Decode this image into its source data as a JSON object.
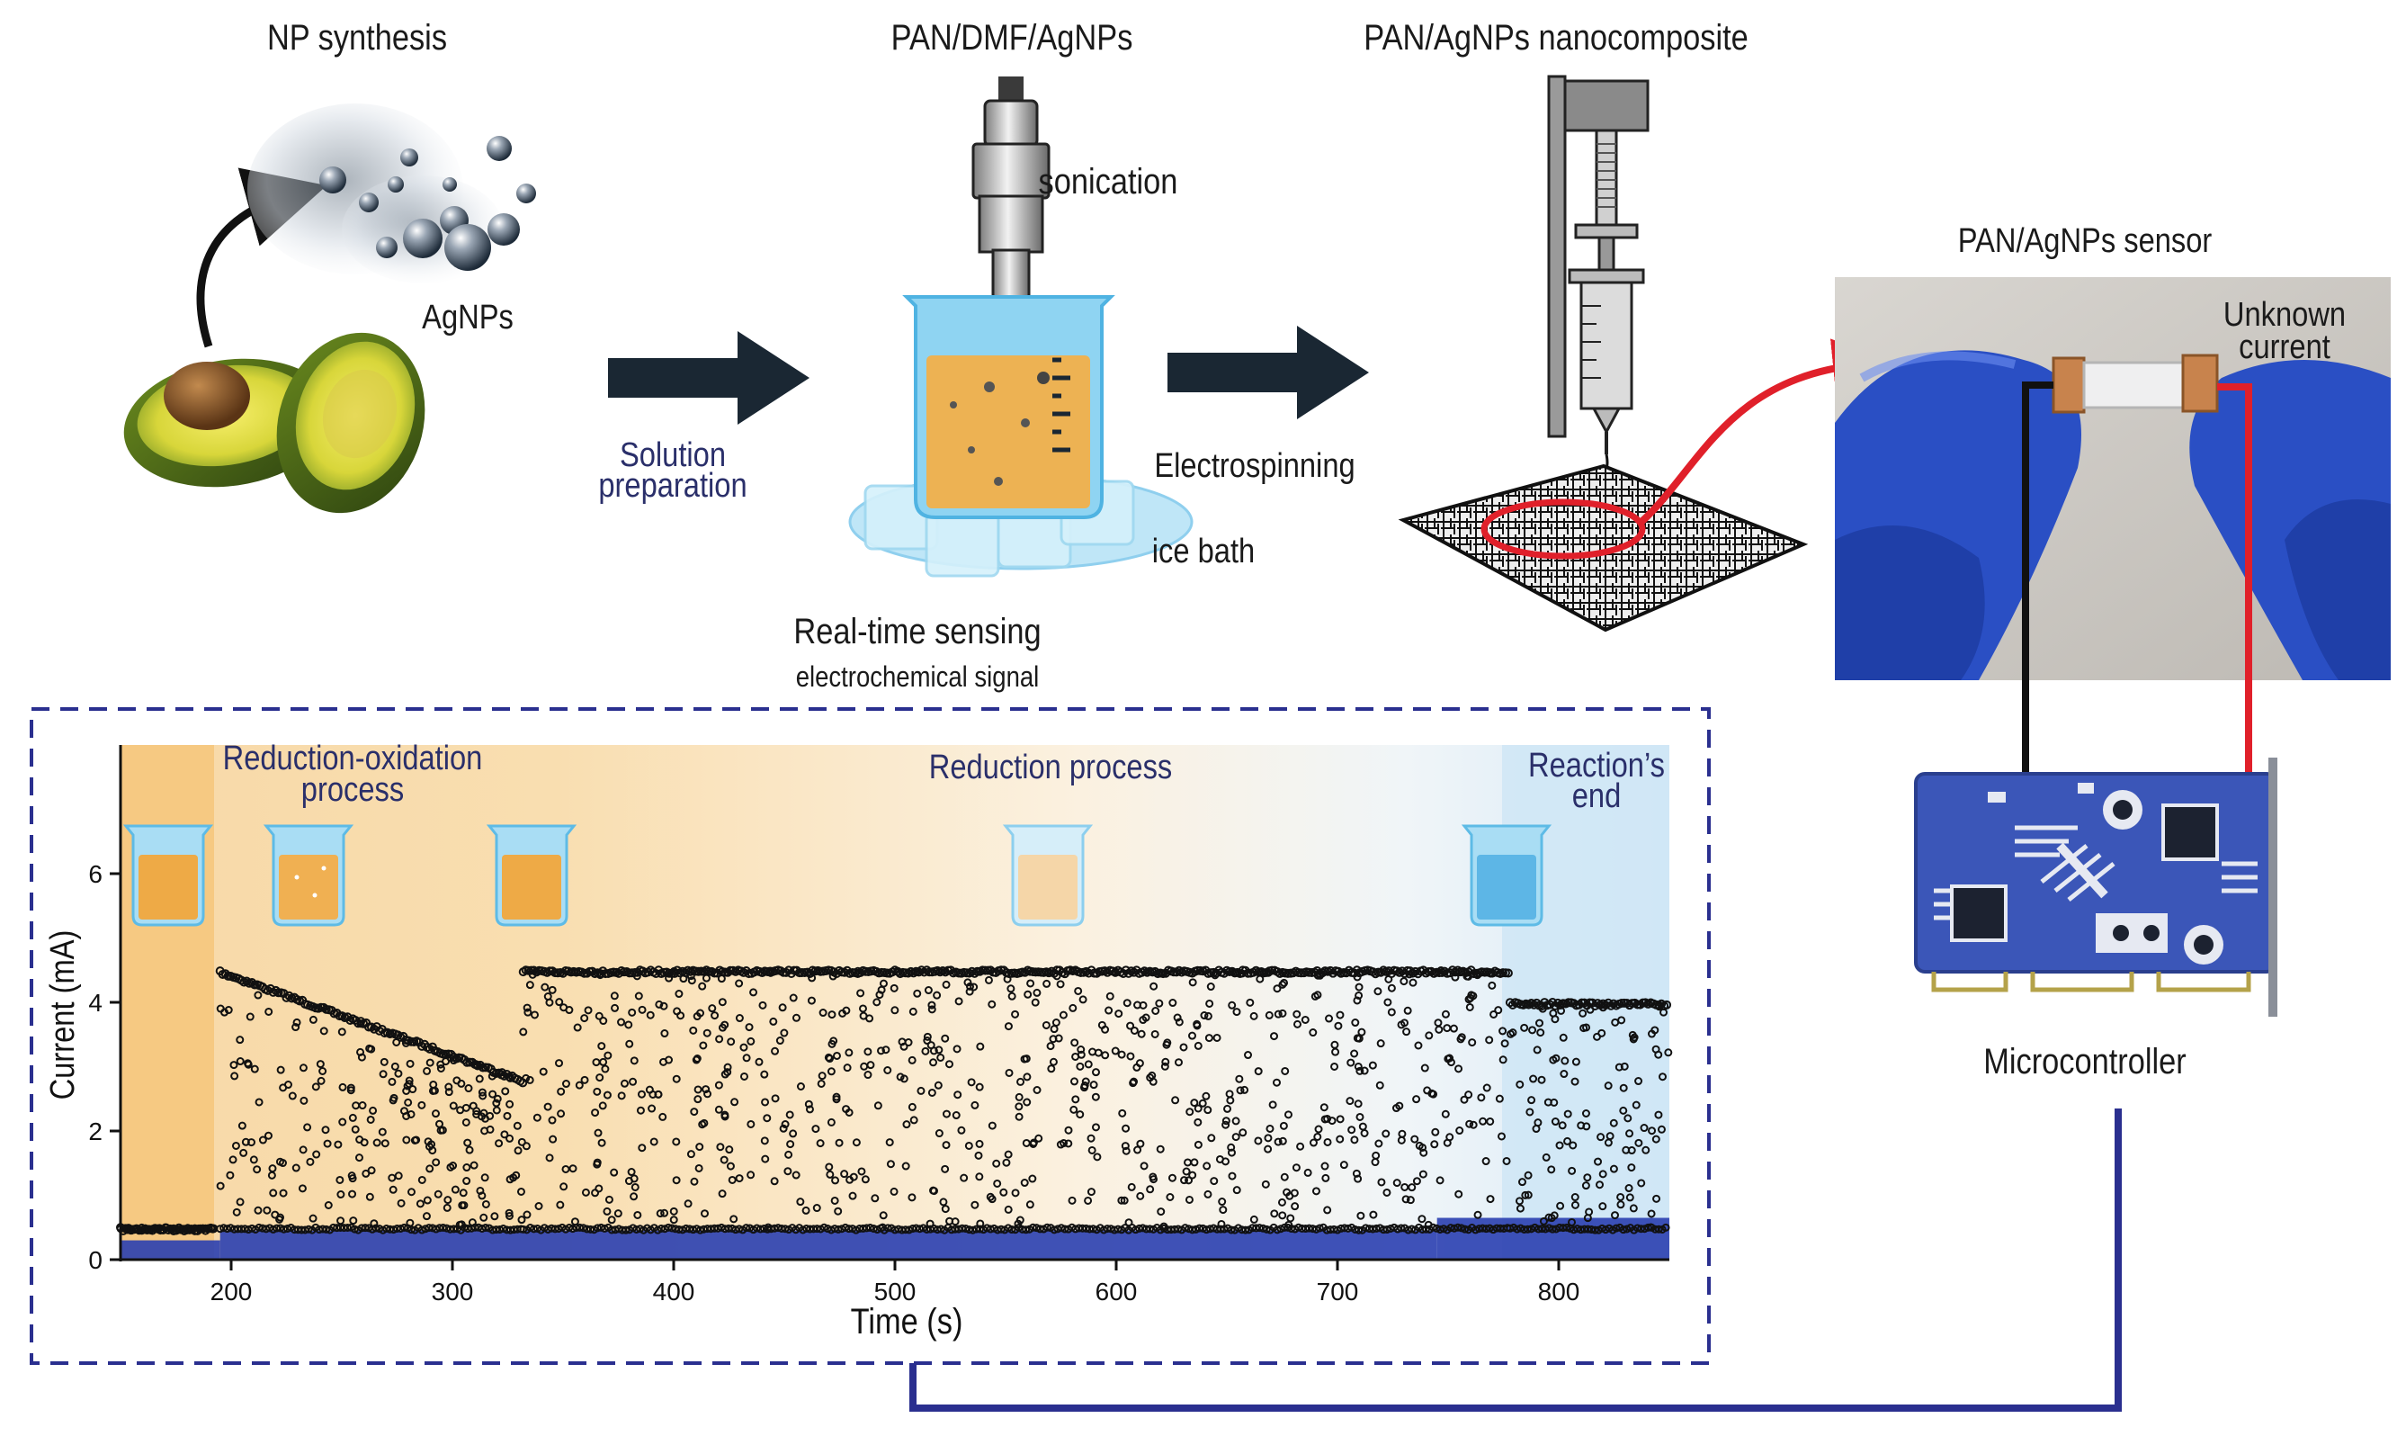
{
  "labels": {
    "np_synthesis": "NP synthesis",
    "agnps": "AgNPs",
    "pan_dmf_agnps": "PAN/DMF/AgNPs",
    "sonication": "sonication",
    "solution_prep_line1": "Solution",
    "solution_prep_line2": "preparation",
    "electrospinning": "Electrospinning",
    "ice_bath": "ice bath",
    "realtime_sensing": "Real-time sensing",
    "electrochemical_signal": "electrochemical signal",
    "nanocomposite": "PAN/AgNPs nanocomposite",
    "sensor": "PAN/AgNPs sensor",
    "unknown_line1": "Unknown",
    "unknown_line2": "current",
    "microcontroller": "Microcontroller"
  },
  "colors": {
    "dark_arrow": "#1a2733",
    "wire_black": "#111111",
    "wire_red": "#e0202a",
    "link_blue": "#2a2f8f",
    "phase1": "#f6c982",
    "phase4": "#cfe6f6",
    "glove": "#2a4fc4",
    "board": "#3b56b8"
  },
  "chart_data": {
    "type": "scatter",
    "xlabel": "Time (s)",
    "ylabel": "Current (mA)",
    "xlim": [
      150,
      850
    ],
    "ylim": [
      0,
      8
    ],
    "xticks": [
      200,
      300,
      400,
      500,
      600,
      700,
      800
    ],
    "yticks": [
      0,
      2,
      4,
      6
    ],
    "phases": [
      {
        "label_line1": "Reduction-oxidation",
        "label_line2": "process",
        "start": 195,
        "end": 332
      },
      {
        "label_line1": "Reduction process",
        "label_line2": "",
        "start": 332,
        "end": 778
      },
      {
        "label_line1": "Reaction’s",
        "label_line2": "end",
        "start": 778,
        "end": 850
      }
    ],
    "series": [
      {
        "name": "",
        "color": "#111111",
        "segments": [
          {
            "x": [
              150,
              192
            ],
            "baseline": 0.5,
            "upper": 0.5
          },
          {
            "x": [
              195,
              332
            ],
            "baseline": 0.5,
            "upper_start": 4.5,
            "upper_end": 2.8
          },
          {
            "x": [
              332,
              778
            ],
            "baseline": 0.5,
            "upper": 4.5
          },
          {
            "x": [
              778,
              850
            ],
            "baseline": 0.5,
            "upper": 4.0
          }
        ]
      },
      {
        "name": "",
        "color": "#2a3fb0",
        "segments": [
          {
            "x": [
              150,
              195
            ],
            "level": 0.3
          },
          {
            "x": [
              195,
              745
            ],
            "level": 0.45
          },
          {
            "x": [
              745,
              850
            ],
            "level": 0.65
          }
        ]
      }
    ]
  }
}
